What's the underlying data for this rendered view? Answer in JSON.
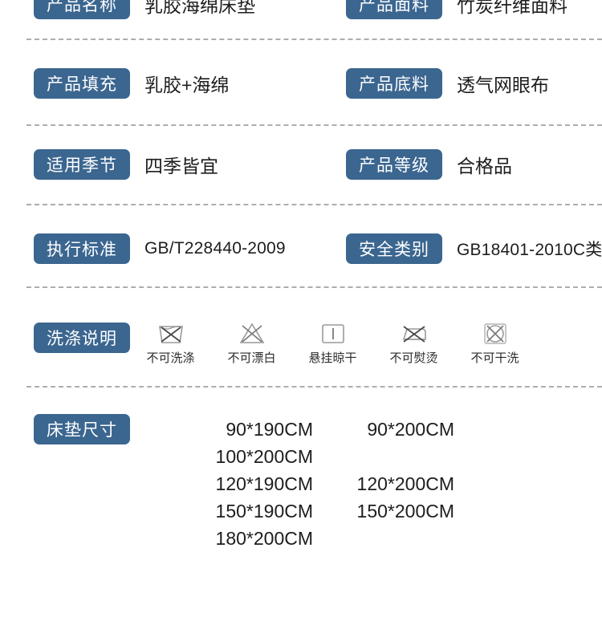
{
  "theme": {
    "badge_color": "#3b6690",
    "text_color": "#1d1d1d",
    "divider_color": "#adadad",
    "background": "#ffffff"
  },
  "spec_rows": [
    {
      "left": {
        "label": "产品名称",
        "value": "乳胶海绵床垫"
      },
      "right": {
        "label": "产品面料",
        "value": "竹炭纤维面料"
      }
    },
    {
      "left": {
        "label": "产品填充",
        "value": "乳胶+海绵"
      },
      "right": {
        "label": "产品底料",
        "value": "透气网眼布"
      }
    },
    {
      "left": {
        "label": "适用季节",
        "value": "四季皆宜"
      },
      "right": {
        "label": "产品等级",
        "value": "合格品"
      }
    },
    {
      "left": {
        "label": "执行标准",
        "value": "GB/T228440-2009"
      },
      "right": {
        "label": "安全类别",
        "value": "GB18401-2010C类"
      }
    }
  ],
  "washing": {
    "label": "洗涤说明",
    "icons": [
      {
        "icon": "do-not-wash-icon",
        "label": "不可洗涤"
      },
      {
        "icon": "do-not-bleach-icon",
        "label": "不可漂白"
      },
      {
        "icon": "drip-dry-hanging-icon",
        "label": "悬挂晾干"
      },
      {
        "icon": "do-not-iron-icon",
        "label": "不可熨烫"
      },
      {
        "icon": "do-not-dry-clean-icon",
        "label": "不可干洗"
      }
    ]
  },
  "mattress_size": {
    "label": "床垫尺寸",
    "rows": [
      {
        "a": "90*190CM",
        "b": "90*200CM"
      },
      {
        "a": "100*200CM",
        "b": ""
      },
      {
        "a": "120*190CM",
        "b": "120*200CM"
      },
      {
        "a": "150*190CM",
        "b": "150*200CM"
      },
      {
        "a": "180*200CM",
        "b": ""
      }
    ]
  }
}
